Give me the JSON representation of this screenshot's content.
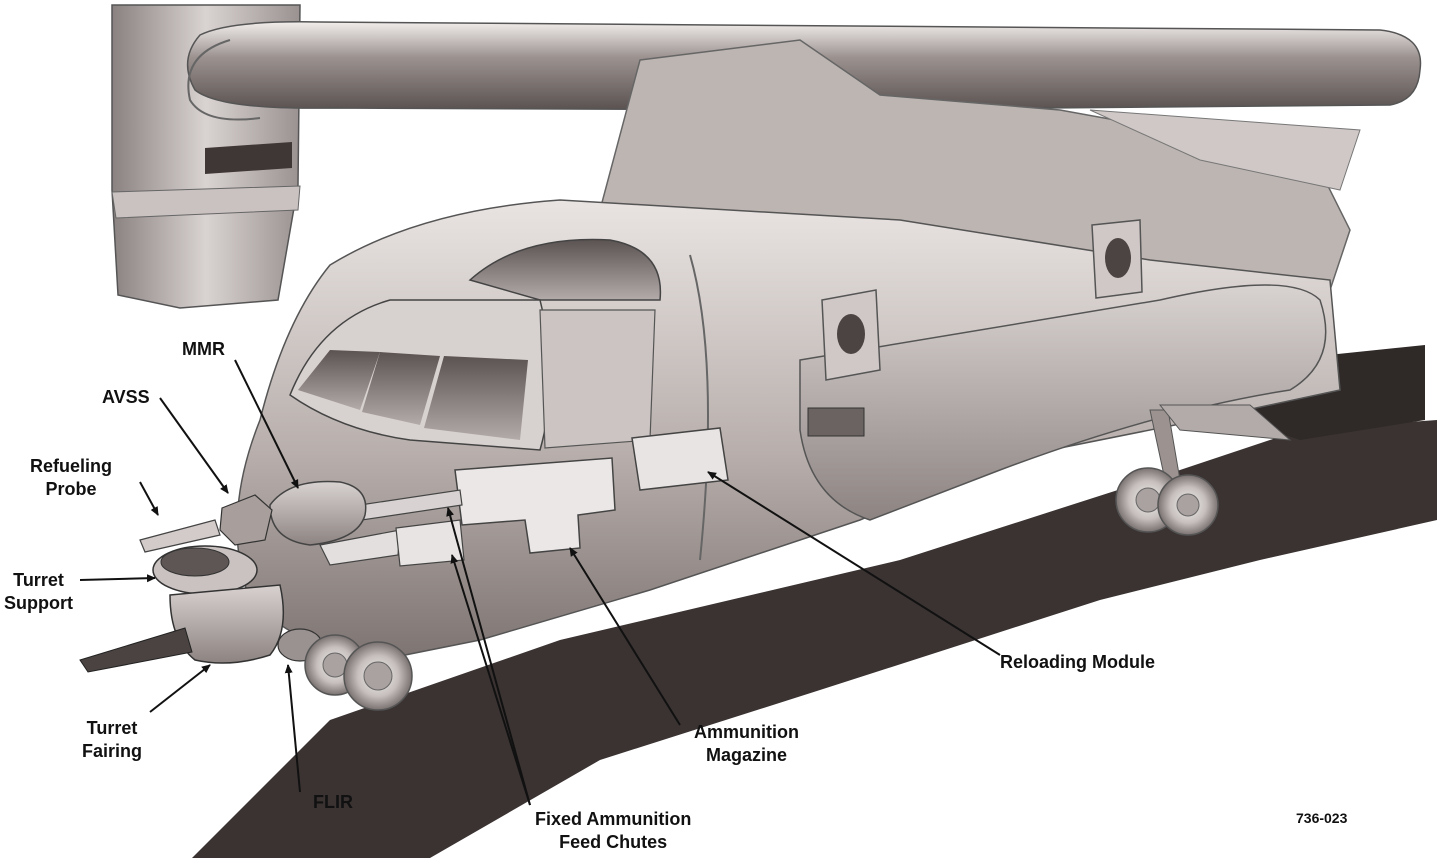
{
  "labels": {
    "mmr": "MMR",
    "avss": "AVSS",
    "refueling_probe_1": "Refueling",
    "refueling_probe_2": "Probe",
    "turret_support_1": "Turret",
    "turret_support_2": "Support",
    "turret_fairing_1": "Turret",
    "turret_fairing_2": "Fairing",
    "flir": "FLIR",
    "fixed_feed_chutes_1": "Fixed Ammunition",
    "fixed_feed_chutes_2": "Feed Chutes",
    "ammunition_magazine_1": "Ammunition",
    "ammunition_magazine_2": "Magazine",
    "reloading_module": "Reloading Module"
  },
  "figure_number": "736-023"
}
